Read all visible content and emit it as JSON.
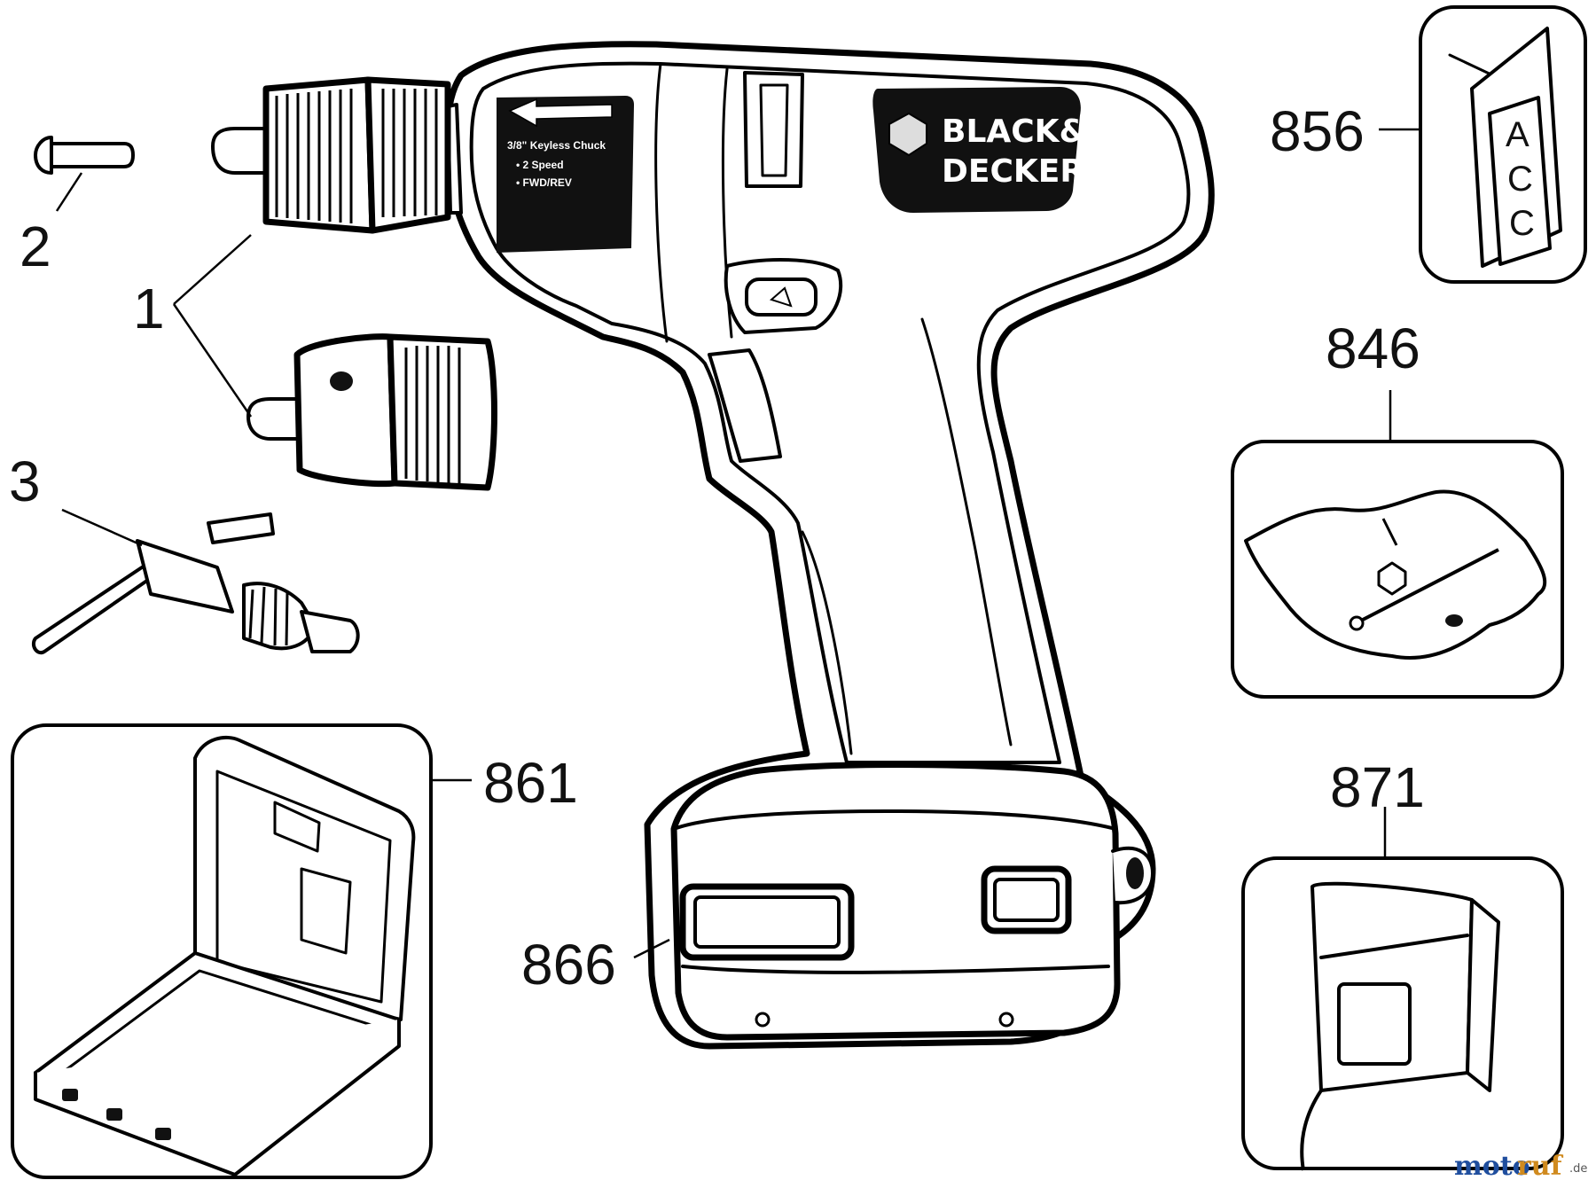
{
  "brand": {
    "line1": "BLACK&",
    "line2": "DECKER",
    "reg": "®"
  },
  "decal": {
    "line1": "3/8\" Keyless Chuck",
    "line2": "• 2 Speed",
    "line3": "• FWD/REV"
  },
  "tag_letters": [
    "A",
    "C",
    "C"
  ],
  "callouts": {
    "p1": "1",
    "p2": "2",
    "p3": "3",
    "p856": "856",
    "p846": "846",
    "p861": "861",
    "p866": "866",
    "p871": "871"
  },
  "watermark": {
    "text_a": "moto",
    "text_b": "ruf",
    "suffix": ".de",
    "color_a": "#1f4e9e",
    "color_b": "#d08a1e"
  }
}
